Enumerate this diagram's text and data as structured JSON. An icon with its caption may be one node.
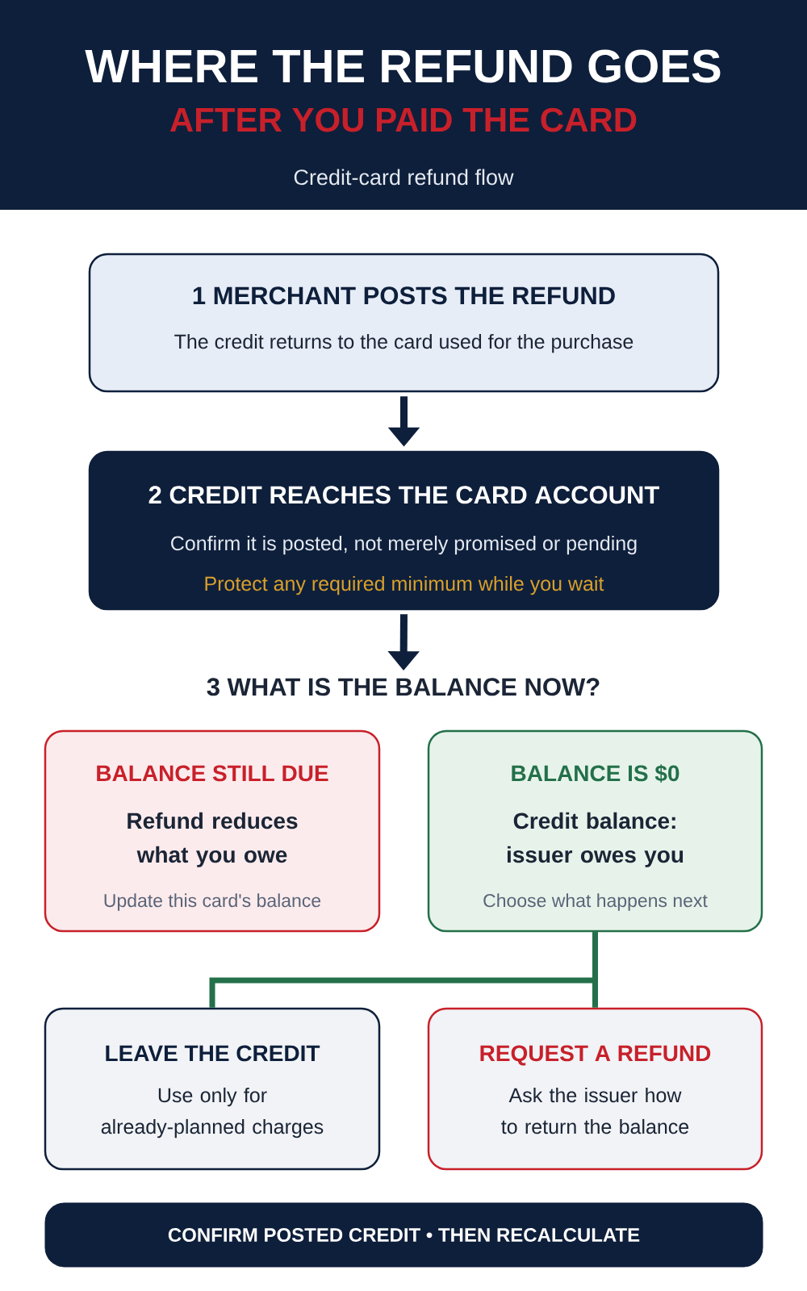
{
  "diagram": {
    "title": "WHERE THE REFUND GOES",
    "nodes": [
      {
        "text": [
          "1 MERCHANT POSTS THE REFUND",
          "The credit returns to the card used for the purchase"
        ]
      },
      {
        "text": [
          "2 CREDIT REACHES THE CARD ACCOUNT",
          "Confirm it is posted, not merely promised or pending",
          "Protect any required minimum while you wait"
        ]
      },
      {
        "text": [
          "3 WHAT IS THE BALANCE NOW?"
        ]
      },
      {
        "text": [
          "BALANCE STILL DUE",
          "Refund reduces what you owe",
          "Update this card's balance"
        ]
      },
      {
        "text": [
          "BALANCE IS $0",
          "Credit balance: issuer owes you",
          "Choose what happens next"
        ]
      },
      {
        "text": [
          "LEAVE THE CREDIT",
          "Use only for already-planned charges"
        ]
      },
      {
        "text": [
          "REQUEST A REFUND",
          "Ask the issuer how to return the balance"
        ]
      },
      {
        "text": [
          "CONFIRM POSTED CREDIT • THEN RECALCULATE"
        ]
      }
    ],
    "edges": [
      {
        "from": 0,
        "to": 1,
        "arrow": "to"
      },
      {
        "from": 1,
        "to": 2,
        "arrow": "to"
      },
      {
        "from": 4,
        "to": 5,
        "arrow": "none",
        "color": "#23704a"
      },
      {
        "from": 4,
        "to": 6,
        "arrow": "none",
        "color": "#23704a"
      }
    ],
    "labels": [
      "AFTER YOU PAID THE CARD",
      "Credit-card refund flow"
    ]
  }
}
